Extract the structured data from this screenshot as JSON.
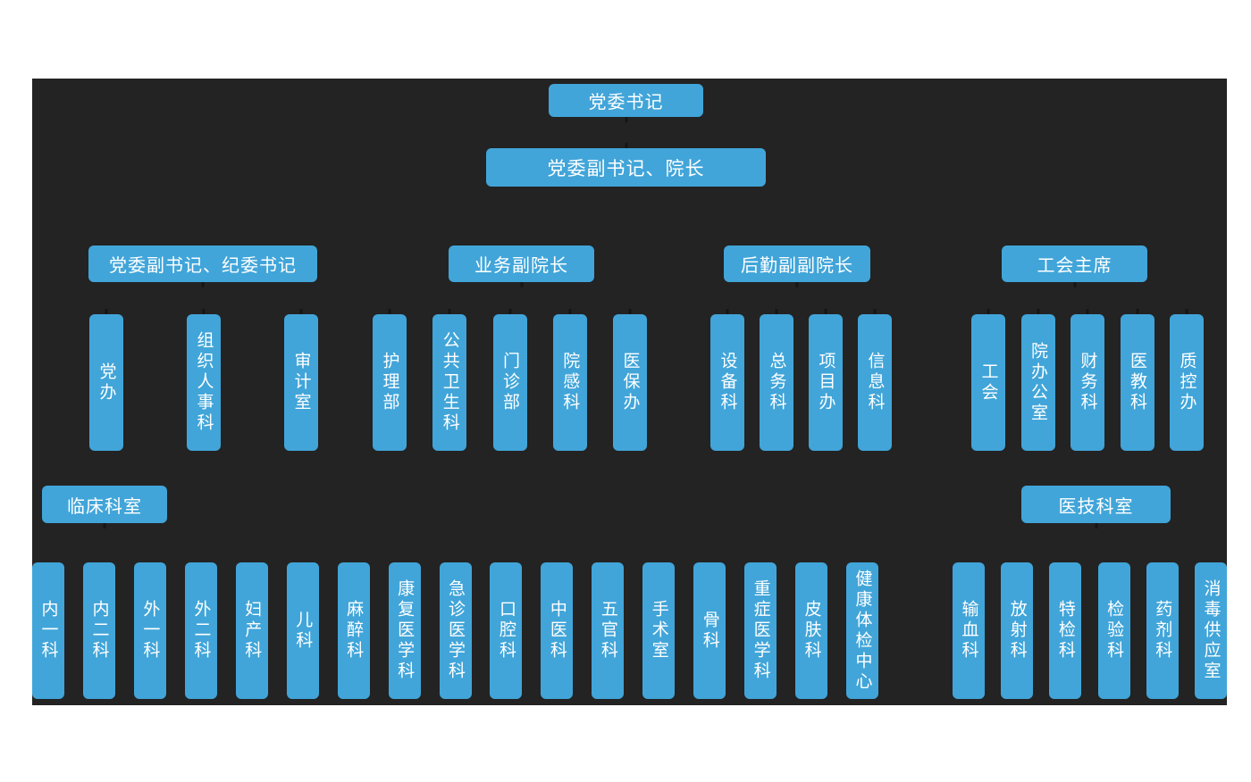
{
  "colors": {
    "page_background": "#ffffff",
    "panel_background": "#232323",
    "node_fill": "#41a5d9",
    "node_text": "#ffffff"
  },
  "org_chart": {
    "root": "党委书记",
    "level2": "党委副书记、院长",
    "branches": [
      {
        "label": "党委副书记、纪委书记",
        "children": [
          "党办",
          "组织人事科",
          "审计室"
        ]
      },
      {
        "label": "业务副院长",
        "children": [
          "护理部",
          "公共卫生科",
          "门诊部",
          "院感科",
          "医保办"
        ]
      },
      {
        "label": "后勤副副院长",
        "children": [
          "设备科",
          "总务科",
          "项目办",
          "信息科"
        ]
      },
      {
        "label": "工会主席",
        "children": [
          "工会",
          "院办公室",
          "财务科",
          "医教科",
          "质控办"
        ]
      }
    ],
    "sections": [
      {
        "label": "临床科室",
        "departments": [
          "内一科",
          "内二科",
          "外一科",
          "外二科",
          "妇产科",
          "儿科",
          "麻醉科",
          "康复医学科",
          "急诊医学科",
          "口腔科",
          "中医科",
          "五官科",
          "手术室",
          "骨科",
          "重症医学科",
          "皮肤科",
          "健康体检中心"
        ]
      },
      {
        "label": "医技科室",
        "departments": [
          "输血科",
          "放射科",
          "特检科",
          "检验科",
          "药剂科",
          "消毒供应室"
        ]
      }
    ]
  }
}
